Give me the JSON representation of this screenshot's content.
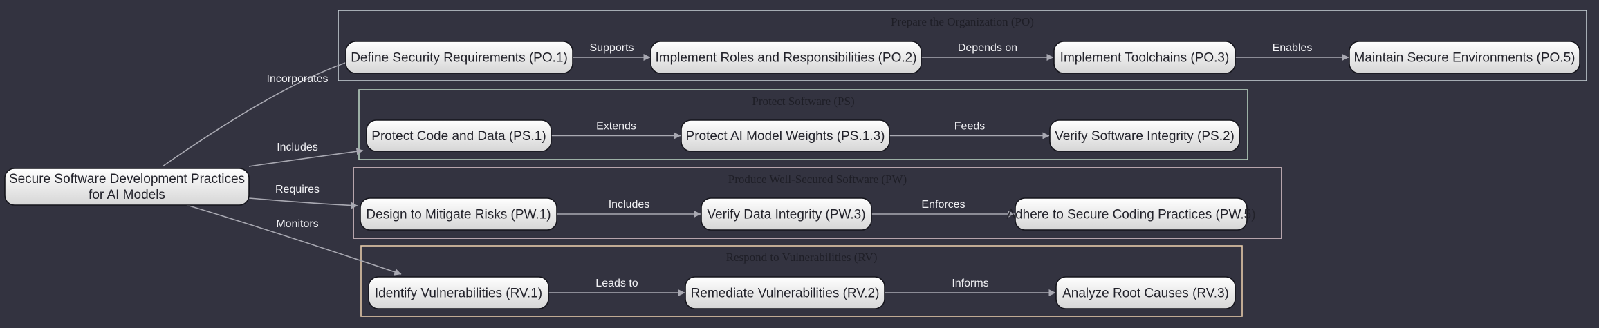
{
  "colors": {
    "background": "#333340",
    "edge": "#a9a9b2",
    "edge_label": "#f2f2f5",
    "node_fill_top": "#ffffff",
    "node_fill_bottom": "#d6d6d6",
    "node_border": "#15151c",
    "cluster_text": "#1e1e26"
  },
  "diagram": {
    "root": {
      "id": "root",
      "lines": [
        "Secure Software Development Practices",
        "for AI Models"
      ]
    },
    "clusters": [
      {
        "id": "PO",
        "title": "Prepare the Organization (PO)",
        "border_color": "#c3ccd2",
        "nodes": [
          {
            "id": "PO1",
            "label": "Define Security Requirements (PO.1)"
          },
          {
            "id": "PO2",
            "label": "Implement Roles and Responsibilities (PO.2)"
          },
          {
            "id": "PO3",
            "label": "Implement Toolchains (PO.3)"
          },
          {
            "id": "PO5",
            "label": "Maintain Secure Environments (PO.5)"
          }
        ]
      },
      {
        "id": "PS",
        "title": "Protect Software (PS)",
        "border_color": "#b7d0bf",
        "nodes": [
          {
            "id": "PS1",
            "label": "Protect Code and Data (PS.1)"
          },
          {
            "id": "PS13",
            "label": "Protect AI Model Weights (PS.1.3)"
          },
          {
            "id": "PS2",
            "label": "Verify Software Integrity (PS.2)"
          }
        ]
      },
      {
        "id": "PW",
        "title": "Produce Well-Secured Software (PW)",
        "border_color": "#d8c0c6",
        "nodes": [
          {
            "id": "PW1",
            "label": "Design to Mitigate Risks (PW.1)"
          },
          {
            "id": "PW3",
            "label": "Verify Data Integrity (PW.3)"
          },
          {
            "id": "PW5",
            "label": "Adhere to Secure Coding Practices (PW.5)"
          }
        ]
      },
      {
        "id": "RV",
        "title": "Respond to Vulnerabilities (RV)",
        "border_color": "#e3c9a8",
        "nodes": [
          {
            "id": "RV1",
            "label": "Identify Vulnerabilities (RV.1)"
          },
          {
            "id": "RV2",
            "label": "Remediate Vulnerabilities (RV.2)"
          },
          {
            "id": "RV3",
            "label": "Analyze Root Causes (RV.3)"
          }
        ]
      }
    ],
    "edges": [
      {
        "from": "root",
        "to": "PO1",
        "label": "Incorporates"
      },
      {
        "from": "root",
        "to": "PS1",
        "label": "Includes"
      },
      {
        "from": "root",
        "to": "PW1",
        "label": "Requires"
      },
      {
        "from": "root",
        "to": "RV1",
        "label": "Monitors"
      },
      {
        "from": "PO1",
        "to": "PO2",
        "label": "Supports"
      },
      {
        "from": "PO2",
        "to": "PO3",
        "label": "Depends on"
      },
      {
        "from": "PO3",
        "to": "PO5",
        "label": "Enables"
      },
      {
        "from": "PS1",
        "to": "PS13",
        "label": "Extends"
      },
      {
        "from": "PS13",
        "to": "PS2",
        "label": "Feeds"
      },
      {
        "from": "PW1",
        "to": "PW3",
        "label": "Includes"
      },
      {
        "from": "PW3",
        "to": "PW5",
        "label": "Enforces"
      },
      {
        "from": "RV1",
        "to": "RV2",
        "label": "Leads to"
      },
      {
        "from": "RV2",
        "to": "RV3",
        "label": "Informs"
      }
    ]
  }
}
